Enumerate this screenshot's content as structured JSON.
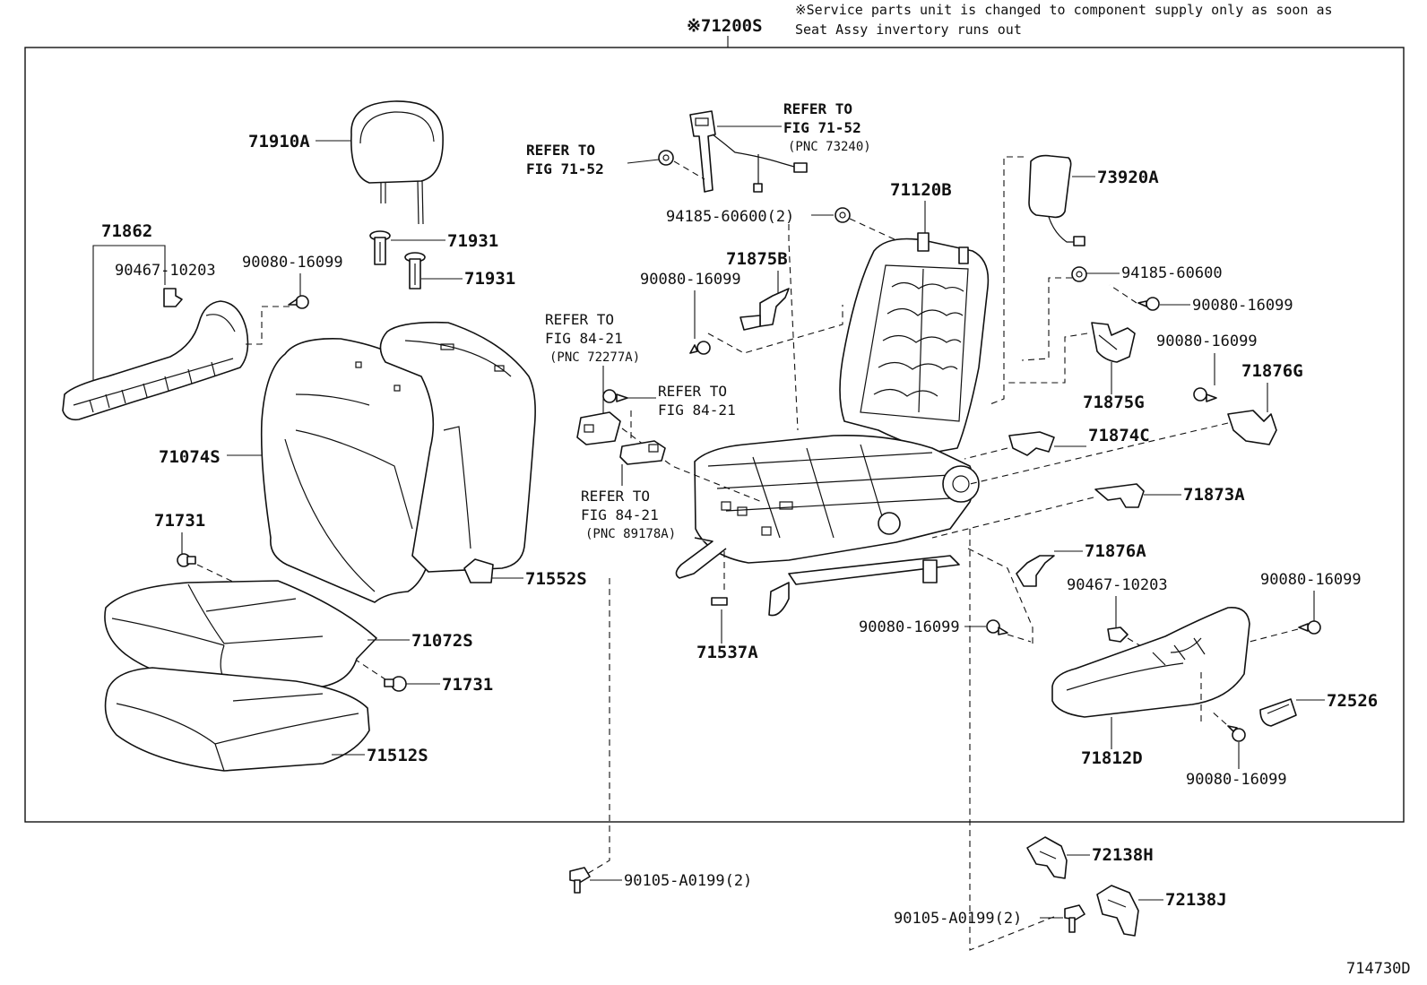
{
  "header": {
    "assembly_number": "※71200S",
    "note_line1": "※Service parts unit is changed to component supply only as soon as",
    "note_line2": "Seat Assy invertory runs out"
  },
  "figure_id": "714730D",
  "parts": {
    "headrest": "71910A",
    "shield_inner": "71862",
    "clip_upper": "90467-10203",
    "screw_upper_left": "90080-16099",
    "support_a": "71931",
    "support_b": "71931",
    "back_cover": "71074S",
    "cushion_cover": "71072S",
    "cushion_pad": "71512S",
    "back_pad": "71552S",
    "hook_upper": "71731",
    "hook_lower": "71731",
    "seat_frame": "71120B",
    "side_airbag": "73920A",
    "nut_upper_left": "94185-60600(2)",
    "nut_right": "94185-60600",
    "bracket_b": "71875B",
    "screw_center": "90080-16099",
    "screw_right_upper": "90080-16099",
    "screw_right_mid": "90080-16099",
    "bracket_g": "71875G",
    "cover_g": "71876G",
    "cover_c": "71874C",
    "cover_a": "71873A",
    "cover_876a": "71876A",
    "clip_lower": "90467-10203",
    "screw_lower_right": "90080-16099",
    "screw_lower_center": "90080-16099",
    "shield_outer": "71812D",
    "knob": "72526",
    "screw_bottom_right": "90080-16099",
    "spring": "71537A",
    "bolt_lower_left": "90105-A0199(2)",
    "bolt_lower_right": "90105-A0199(2)",
    "cover_h": "72138H",
    "cover_j": "72138J"
  },
  "references": {
    "belt_line1": "REFER TO",
    "belt_line2": "FIG 71-52",
    "belt_right_line1": "REFER TO",
    "belt_right_line2": "FIG 71-52",
    "belt_right_pnc": "(PNC 73240)",
    "lumbar_line1": "REFER TO",
    "lumbar_line2": "FIG 84-21",
    "lumbar_pnc": "(PNC 72277A)",
    "switch_line1": "REFER TO",
    "switch_line2": "FIG 84-21",
    "sensor_line1": "REFER TO",
    "sensor_line2": "FIG 84-21",
    "sensor_pnc": "(PNC 89178A)"
  }
}
